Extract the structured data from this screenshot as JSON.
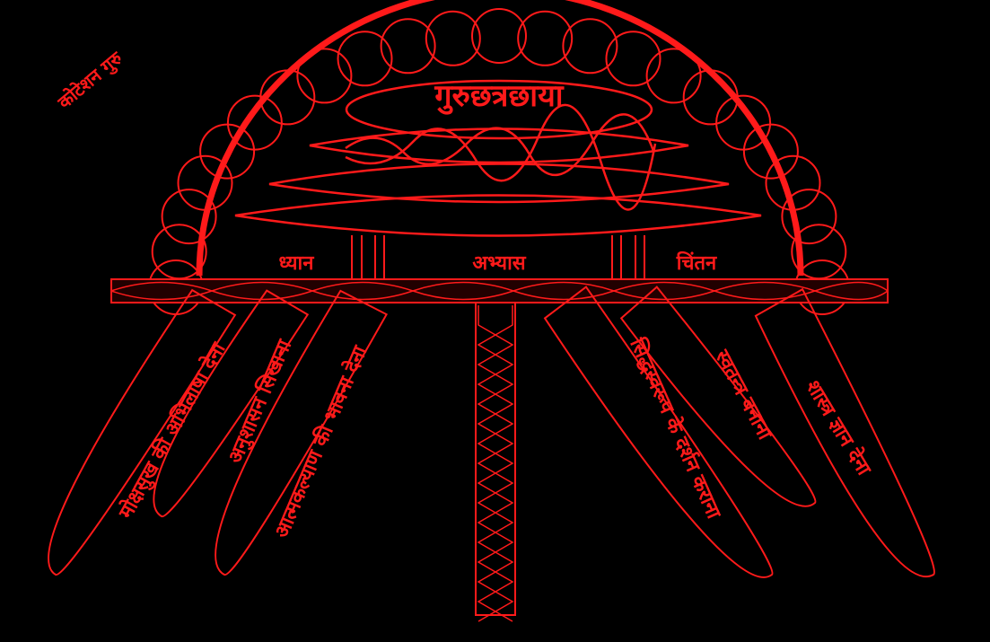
{
  "corner_label": "कोटेशन गुरु",
  "dome_title": "गुरुछत्रछाया",
  "pillars": {
    "left": "ध्यान",
    "center": "अभ्यास",
    "right": "चिंतन"
  },
  "blades": [
    "मोक्षसुख की अभिलाषा देना",
    "अनुशासन सिखाना",
    "आत्मकल्याण की भावना देना",
    "सिद्धस्वरूप के दर्शन कराना",
    "स्वतन्त्र बनाना",
    "शास्त्र ज्ञान देना"
  ],
  "colors": {
    "stroke": "#ff1a1a",
    "background": "#000000"
  }
}
